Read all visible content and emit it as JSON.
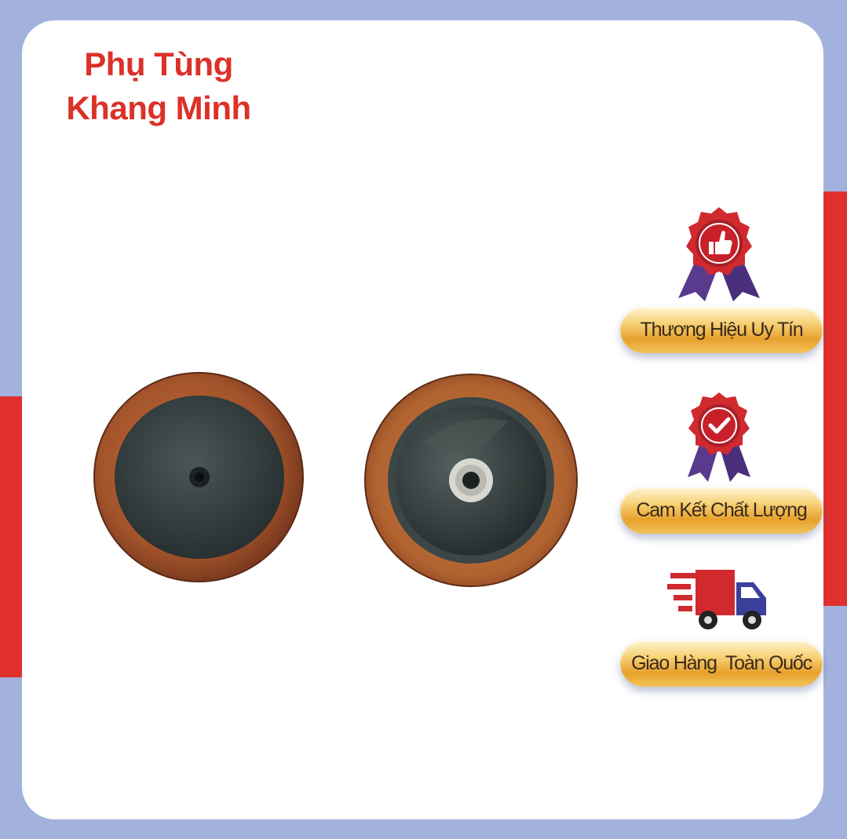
{
  "brand": {
    "line1": "Phụ Tùng",
    "line2": "Khang Minh"
  },
  "badges": [
    {
      "label": "Thương Hiệu Uy Tín",
      "icon": "thumbs-up-rosette-icon"
    },
    {
      "label": "Cam Kết Chất Lượng",
      "icon": "checkmark-rosette-icon"
    },
    {
      "label": "Giao Hàng  Toàn Quốc",
      "icon": "delivery-truck-icon"
    }
  ],
  "product": {
    "icon": "rubber-wheel-pair"
  },
  "colors": {
    "frame": "#a3b1dd",
    "accent_red": "#e0302d",
    "brand_text": "#dc3128",
    "pill_gold": "#f7d37a",
    "rosette_red": "#c8202a",
    "ribbon_purple": "#5a3a8c",
    "wheel_rim": "#9a4a22",
    "wheel_core": "#2f3a3b"
  }
}
